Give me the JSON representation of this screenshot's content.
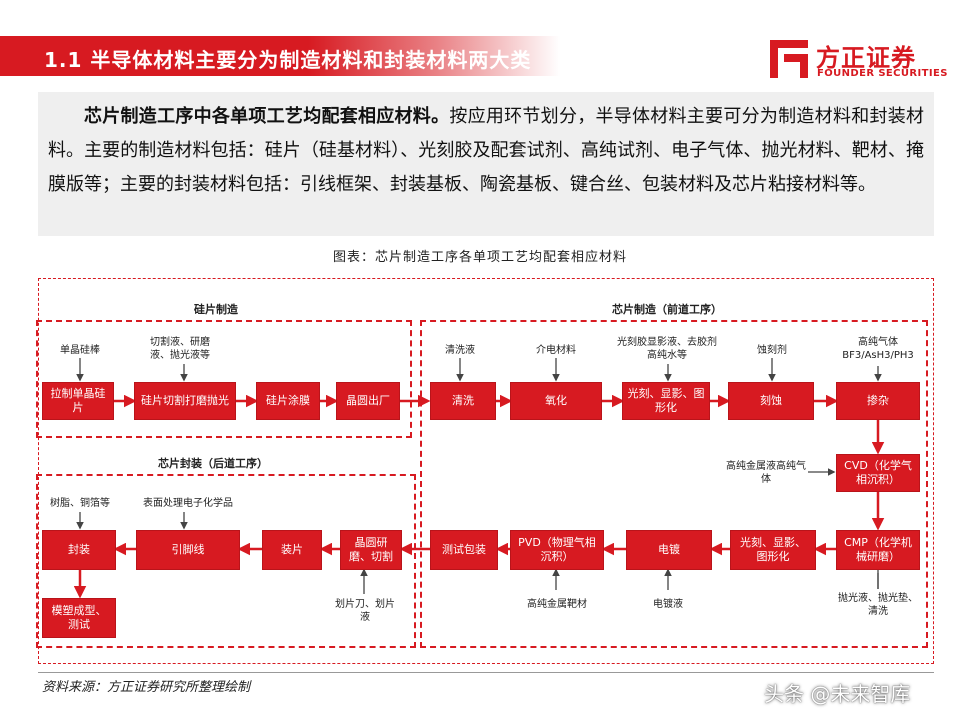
{
  "header": {
    "title": "1.1 半导体材料主要分为制造材料和封装材料两大类"
  },
  "brand": {
    "name_cn": "方正证券",
    "name_en": "FOUNDER SECURITIES",
    "color": "#d71a21"
  },
  "summary": {
    "lead": "芯片制造工序中各单项工艺均配套相应材料。",
    "body": "按应用环节划分，半导体材料主要可分为制造材料和封装材料。主要的制造材料包括：硅片（硅基材料）、光刻胶及配套试剂、高纯试剂、电子气体、抛光材料、靶材、掩膜版等；主要的封装材料包括：引线框架、封装基板、陶瓷基板、键合丝、包装材料及芯片粘接材料等。"
  },
  "figure": {
    "caption": "图表：芯片制造工序各单项工艺均配套相应材料",
    "groups": {
      "wafer": "硅片制造",
      "frontend": "芯片制造（前道工序）",
      "backend": "芯片封装（后道工序）"
    },
    "processes": {
      "p1": "拉制单晶硅片",
      "p2": "硅片切割打磨抛光",
      "p3": "硅片涂膜",
      "p4": "晶圆出厂",
      "p5": "清洗",
      "p6": "氧化",
      "p7": "光刻、显影、图形化",
      "p8": "刻蚀",
      "p9": "掺杂",
      "p10": "CVD（化学气相沉积）",
      "p11": "CMP（化学机械研磨）",
      "p12": "光刻、显影、图形化",
      "p13": "电镀",
      "p14": "PVD（物理气相沉积）",
      "p15": "测试包装",
      "p16": "晶圆研磨、切割",
      "p17": "装片",
      "p18": "引脚线",
      "p19": "封装",
      "p20": "模塑成型、测试"
    },
    "materials": {
      "m1": "单晶硅棒",
      "m2": "切割液、研磨液、抛光液等",
      "m3": "清洗液",
      "m4": "介电材料",
      "m5": "光刻胶显影液、去胶剂高纯水等",
      "m6": "蚀刻剂",
      "m7": "高纯气体BF3/AsH3/PH3",
      "m8": "高纯金属液高纯气体",
      "m9": "抛光液、抛光垫、清洗",
      "m10": "电镀液",
      "m11": "高纯金属靶材",
      "m12": "划片刀、划片液",
      "m13": "表面处理电子化学品",
      "m14": "树脂、铜箔等"
    }
  },
  "source": "资料来源：方正证券研究所整理绘制",
  "watermark": "头条 @未来智库"
}
